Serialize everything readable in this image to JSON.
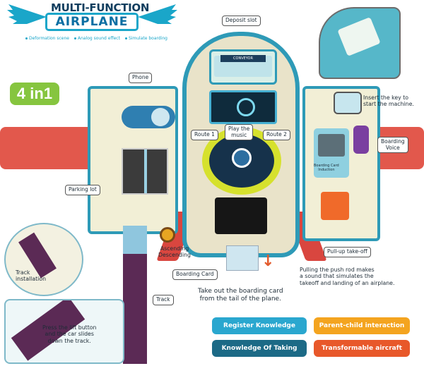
{
  "header": {
    "brand_top": "MULTI-FUNCTION",
    "brand_main": "AIRPLANE",
    "features": [
      "Deformation scene",
      "Analog sound effect",
      "Simulate boarding"
    ]
  },
  "badge": "4 in1",
  "toy": {
    "conveyor_text": "CONVEYOR"
  },
  "labels": {
    "deposit_slot": "Deposit slot",
    "phone": "Phone",
    "insert_key": "Insert the key to\nstart the machine.",
    "route1": "Route 1",
    "play_music": "Play the\nmusic",
    "route2": "Route 2",
    "boarding_voice": "Boarding\nVoice",
    "parking_lot": "Parking lot",
    "boarding_card_induction": "Boarding Card\nInduction",
    "ascending_descending": "Ascending\nDescending",
    "pull_up_takeoff": "Pull-up take-off",
    "boarding_card": "Boarding Card",
    "track_installation": "Track\ninstallation",
    "track": "Track"
  },
  "captions": {
    "push_rod": "Pulling the push rod makes\na sound that simulates the\ntakeoff and landing of an airplane.",
    "take_out_card": "Take out the boarding card\nfrom the tail of the plane.",
    "lift_button": "Press the lift button\nand the car slides\ndown the track."
  },
  "pills": [
    {
      "label": "Register Knowledge",
      "color": "#2aa7cf"
    },
    {
      "label": "Parent-child interaction",
      "color": "#f4a41f"
    },
    {
      "label": "Knowledge Of Taking",
      "color": "#1c6a86"
    },
    {
      "label": "Transformable aircraft",
      "color": "#e8582a"
    }
  ]
}
